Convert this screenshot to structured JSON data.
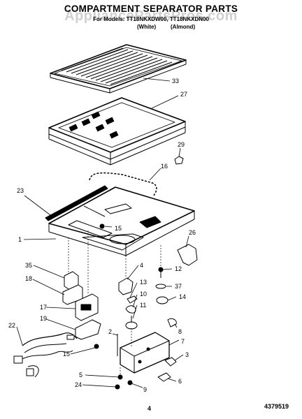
{
  "header": {
    "title": "COMPARTMENT SEPARATOR PARTS",
    "watermark": "AppliancePartsPros.com",
    "models": "For Models: TT18NKXDW00, TT18NKXDN00",
    "variant_white": "(White)",
    "variant_almond": "(Almond)"
  },
  "callouts": [
    "33",
    "27",
    "29",
    "16",
    "23",
    "1",
    "15",
    "26",
    "35",
    "4",
    "12",
    "18",
    "37",
    "13",
    "10",
    "14",
    "17",
    "11",
    "19",
    "8",
    "22",
    "7",
    "2",
    "15",
    "3",
    "5",
    "24",
    "9",
    "6"
  ],
  "footer": {
    "page_number": "4",
    "part_number": "4379519"
  }
}
